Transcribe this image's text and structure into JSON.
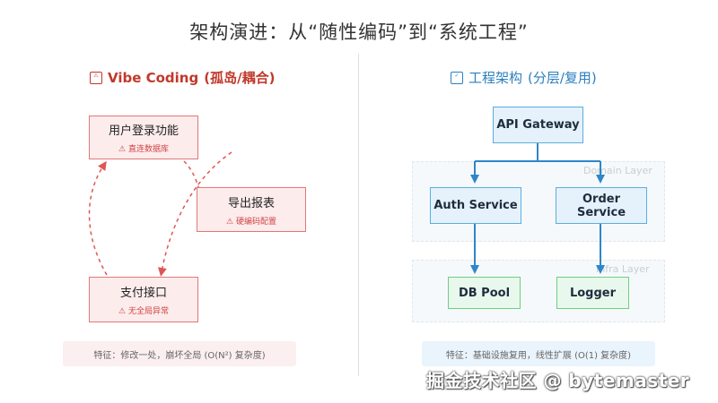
{
  "title": "架构演进：从“随性编码”到“系统工程”",
  "left": {
    "heading_icon": "warning-badge-icon",
    "heading_icon_text": "⚠",
    "heading_main": "Vibe Coding",
    "heading_paren": "(孤岛/耦合)",
    "nodes": [
      {
        "title": "用户登录功能",
        "warn": "⚠ 直连数据库"
      },
      {
        "title": "导出报表",
        "warn": "⚠ 硬编码配置"
      },
      {
        "title": "支付接口",
        "warn": "⚠ 无全局异常"
      }
    ],
    "note": "特征：修改一处，崩坏全局 (O(N²) 复杂度)"
  },
  "right": {
    "heading_icon": "check-badge-icon",
    "heading_icon_text": "✓",
    "heading_main": "工程架构",
    "heading_paren": "(分层/复用)",
    "gateway": "API Gateway",
    "domain_layer_label": "Domain Layer",
    "infra_layer_label": "Infra Layer",
    "auth_service": "Auth Service",
    "order_service": "Order Service",
    "db_pool": "DB Pool",
    "logger": "Logger",
    "note": "特征：基础设施复用，线性扩展 (O(1) 复杂度)"
  },
  "colors": {
    "bad_border": "#e07878",
    "bad_fill": "#fdecec",
    "blue_border": "#5aaee0",
    "blue_fill": "#e5f1fb",
    "green_border": "#6ccf86",
    "green_fill": "#e9f8ec",
    "arrow_blue": "#2f86c8",
    "arrow_red": "#e05555"
  },
  "watermark": "掘金技术社区 @ bytemaster"
}
